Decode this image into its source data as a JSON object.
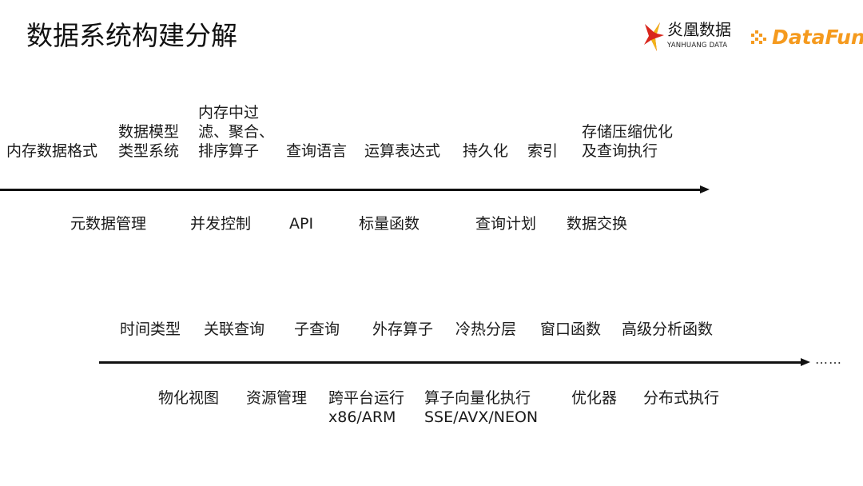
{
  "slide": {
    "title": "数据系统构建分解"
  },
  "logos": {
    "yanhuang_name": "炎凰数据",
    "yanhuang_sub": "YANHUANG DATA",
    "datafun_main": "DataFun",
    "datafun_dot": "."
  },
  "timeline1": {
    "top_items": [
      {
        "line1": "内存数据格式"
      },
      {
        "line1": "数据模型",
        "line2": "类型系统"
      },
      {
        "line1": "内存中过",
        "line2": "滤、聚合、",
        "line3": "排序算子"
      },
      {
        "line1": "查询语言"
      },
      {
        "line1": "运算表达式"
      },
      {
        "line1": "持久化"
      },
      {
        "line1": "索引"
      },
      {
        "line1": "存储压缩优化",
        "line2": "及查询执行"
      }
    ],
    "bottom_items": [
      {
        "line1": "元数据管理"
      },
      {
        "line1": "并发控制"
      },
      {
        "line1": "API"
      },
      {
        "line1": "标量函数"
      },
      {
        "line1": "查询计划"
      },
      {
        "line1": "数据交换"
      }
    ]
  },
  "timeline2": {
    "top_items": [
      {
        "line1": "时间类型"
      },
      {
        "line1": "关联查询"
      },
      {
        "line1": "子查询"
      },
      {
        "line1": "外存算子"
      },
      {
        "line1": "冷热分层"
      },
      {
        "line1": "窗口函数"
      },
      {
        "line1": "高级分析函数"
      }
    ],
    "bottom_items": [
      {
        "line1": "物化视图"
      },
      {
        "line1": "资源管理"
      },
      {
        "line1": "跨平台运行",
        "line2": "x86/ARM"
      },
      {
        "line1": "算子向量化执行",
        "line2": "SSE/AVX/NEON"
      },
      {
        "line1": "优化器"
      },
      {
        "line1": "分布式执行"
      }
    ],
    "ellipsis": "……"
  },
  "colors": {
    "text": "#1a1a1a",
    "axis": "#111111",
    "datafun_orange": "#f59a1e",
    "datafun_red": "#e8341f",
    "yanhuang_red": "#d9261c",
    "yanhuang_yellow": "#f2b418"
  }
}
